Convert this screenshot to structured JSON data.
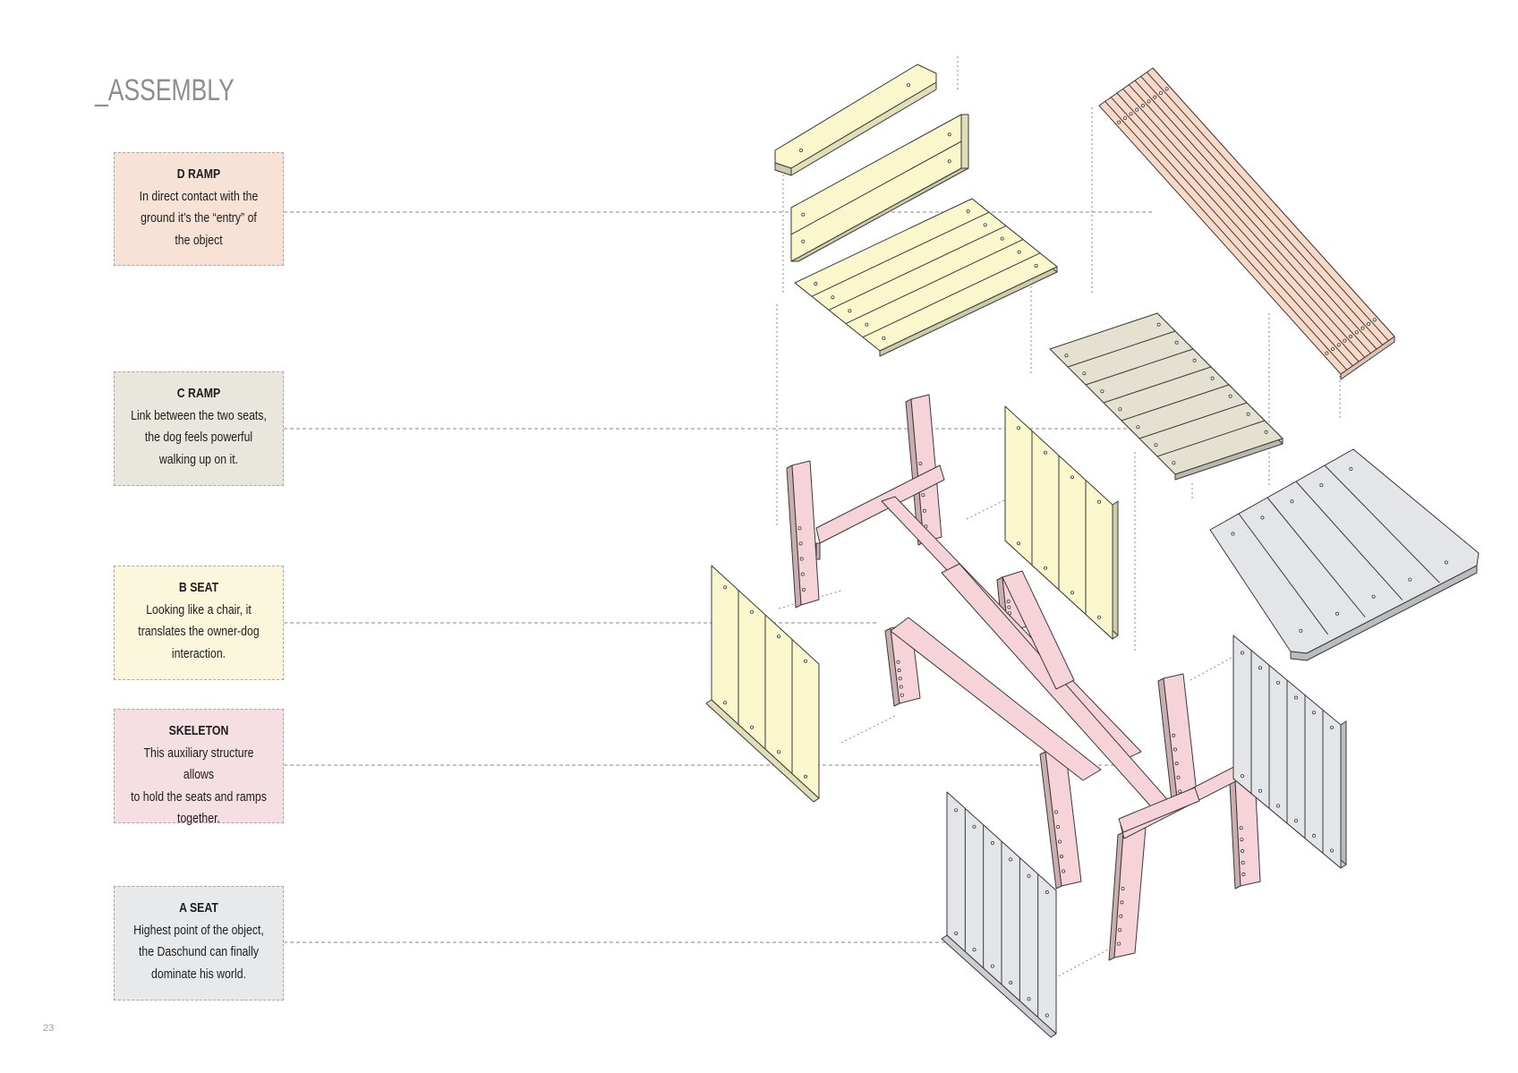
{
  "page": {
    "title": "_ASSEMBLY",
    "page_number": "23"
  },
  "labels": [
    {
      "key": "d_ramp",
      "heading": "D RAMP",
      "lines": [
        "In direct contact with the",
        "ground it’s the “entry” of",
        "the object"
      ],
      "color": "#f8e1d5"
    },
    {
      "key": "c_ramp",
      "heading": "C RAMP",
      "lines": [
        "Link between the two seats,",
        "the dog feels powerful",
        "walking up on it."
      ],
      "color": "#e9e6de"
    },
    {
      "key": "b_seat",
      "heading": "B SEAT",
      "lines": [
        "Looking like a chair, it",
        "translates the owner-dog",
        "interaction."
      ],
      "color": "#fbf7dc"
    },
    {
      "key": "skeleton",
      "heading": "SKELETON",
      "lines": [
        "This auxiliary structure allows",
        "to hold the seats and ramps",
        "together."
      ],
      "color": "#f5dfe2"
    },
    {
      "key": "a_seat",
      "heading": "A SEAT",
      "lines": [
        "Highest point of the object,",
        "the Daschund can finally",
        "dominate his world."
      ],
      "color": "#e8e9eb"
    }
  ],
  "part_colors": {
    "d_ramp": "#fad8c8",
    "c_ramp": "#e4e1d0",
    "b_seat": "#fbf7cc",
    "skeleton": "#f6d3d8",
    "a_seat": "#e3e5e8",
    "outline": "#3a3a3a",
    "leader": "#8a8a8a"
  }
}
